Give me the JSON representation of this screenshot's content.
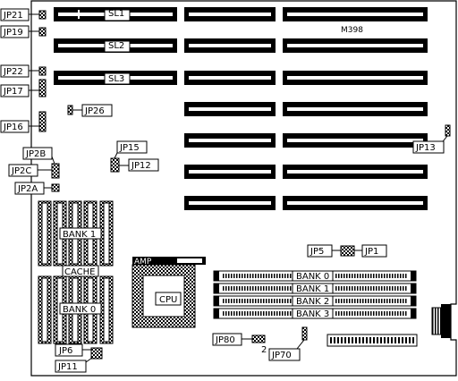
{
  "board": {
    "model": "M398",
    "slots": {
      "sl1": "SL1",
      "sl2": "SL2",
      "sl3": "SL3"
    },
    "jumpers": {
      "jp21": "JP21",
      "jp19": "JP19",
      "jp22": "JP22",
      "jp17": "JP17",
      "jp26": "JP26",
      "jp16": "JP16",
      "jp15": "JP15",
      "jp12": "JP12",
      "jp13": "JP13",
      "jp2b": "JP2B",
      "jp2c": "JP2C",
      "jp2a": "JP2A",
      "jp5": "JP5",
      "jp1": "JP1",
      "jp80": "JP80",
      "jp70": "JP70",
      "jp6": "JP6",
      "jp11": "JP11"
    },
    "jp80_pin": "2",
    "cache": {
      "bank1": "BANK 1",
      "cache": "CACHE",
      "bank0": "BANK 0"
    },
    "cpu": {
      "label": "CPU",
      "amp": "AMP"
    },
    "simm_banks": [
      "BANK 0",
      "BANK 1",
      "BANK 2",
      "BANK 3"
    ]
  }
}
